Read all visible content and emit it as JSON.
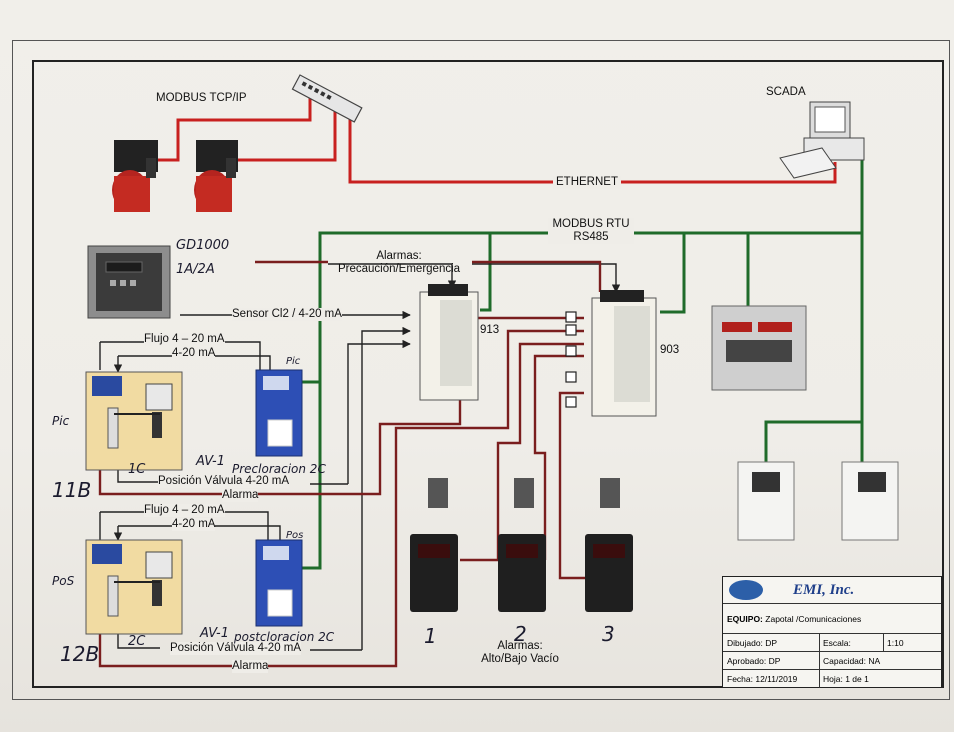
{
  "labels": {
    "modbus_tcp": "MODBUS TCP/IP",
    "scada": "SCADA",
    "ethernet": "ETHERNET",
    "modbus_rtu_line1": "MODBUS RTU",
    "modbus_rtu_line2": "RS485",
    "alarmas_line1": "Alarmas:",
    "alarmas_line2": "Precaución/Emergencia",
    "sensor_cl2": "Sensor Cl2 / 4-20 mA",
    "flujo_1": "Flujo 4 – 20 mA",
    "ma_1": "4-20 mA",
    "flujo_2": "Flujo 4 – 20 mA",
    "ma_2": "4-20 mA",
    "posicion_1": "Posición Válvula 4-20 mA",
    "alarma_1": "Alarma",
    "posicion_2": "Posición Válvula 4-20 mA",
    "alarma_2": "Alarma",
    "id_913": "913",
    "id_903": "903",
    "vacio_line1": "Alarmas:",
    "vacio_line2": "Alto/Bajo Vacío"
  },
  "handwritten": {
    "gd1000": "GD1000",
    "ia2a": "1A/2A",
    "pic_top": "Pic",
    "pic_left": "Pic",
    "num_11b": "11B",
    "ic": "1C",
    "av1_top": "AV-1",
    "precloracion_2c": "Precloracion 2C",
    "pos_right": "Pos",
    "pos_left": "PoS",
    "num_12b": "12B",
    "two_c": "2C",
    "av1_bottom": "AV-1",
    "postcloracion_2c": "postcloracion 2C",
    "gauge_1": "1",
    "gauge_2": "2",
    "gauge_3": "3"
  },
  "title_block": {
    "company": "EMI, Inc.",
    "equipo_label": "EQUIPO:",
    "equipo_value": "Zapotal /Comunicaciones",
    "dibujado": "Dibujado: DP",
    "escala_label": "Escala:",
    "escala_value": "1:10",
    "aprobado": "Aprobado: DP",
    "capacidad": "Capacidad: NA",
    "fecha": "Fecha: 12/11/2019",
    "hoja": "Hoja: 1 de 1"
  },
  "colors": {
    "ethernet_line": "#c8201f",
    "rtu_line": "#1f6b2a",
    "signal_line": "#222222",
    "alarm_line": "#7a1e1e"
  }
}
